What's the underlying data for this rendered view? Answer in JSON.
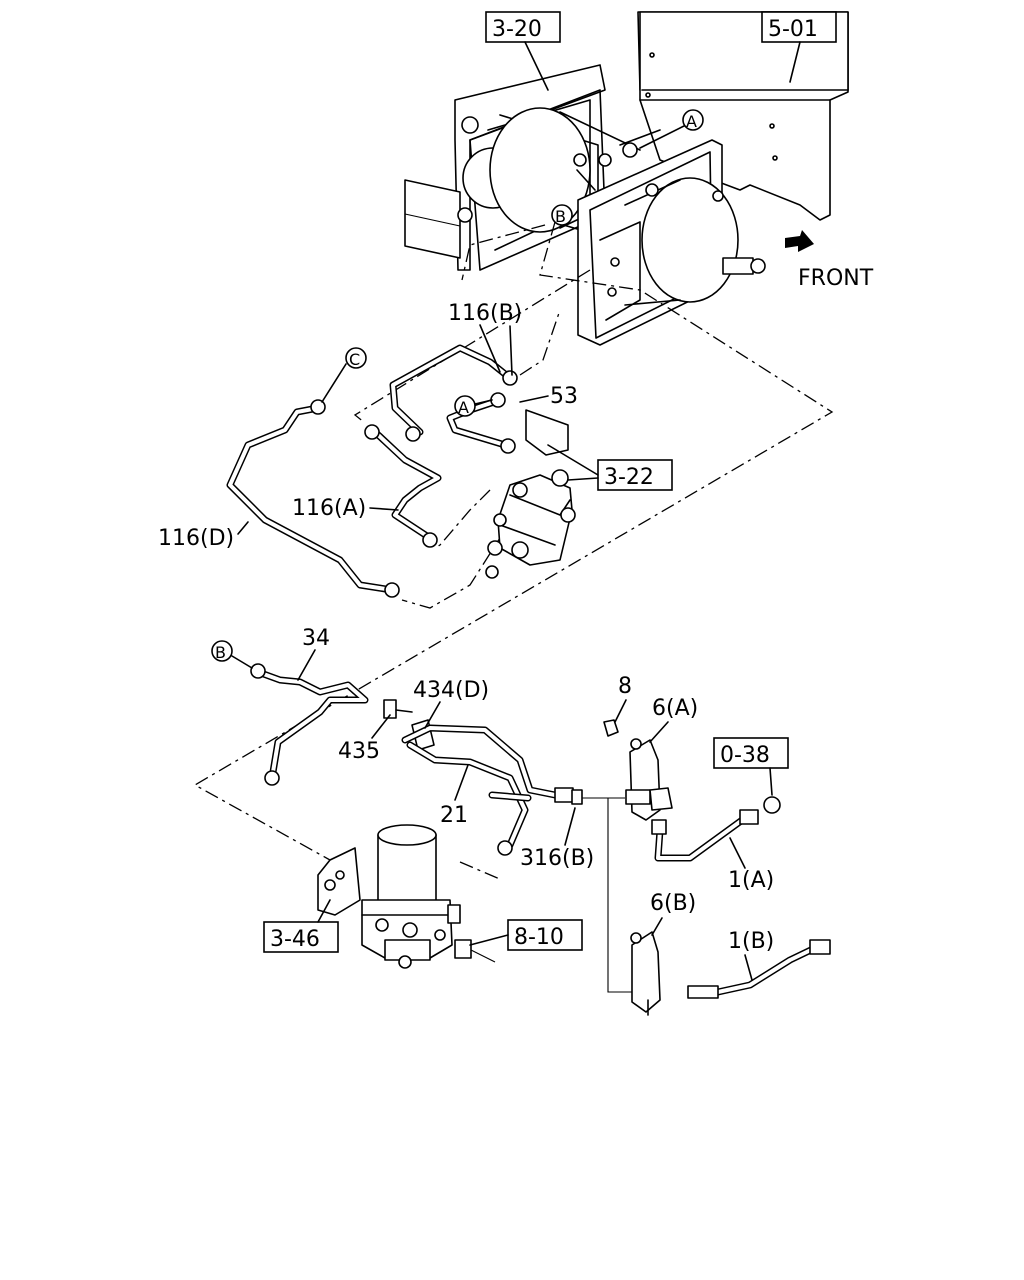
{
  "ref_boxes": {
    "r320": "3-20",
    "r501": "5-01",
    "r322": "3-22",
    "r038": "0-38",
    "r346": "3-46",
    "r810": "8-10"
  },
  "circle_markers": {
    "a_top": "A",
    "b_top": "B",
    "c_left": "C",
    "a_mid": "A",
    "b_low": "B"
  },
  "part_labels": {
    "p116b": "116(B)",
    "p53": "53",
    "p116a": "116(A)",
    "p116d": "116(D)",
    "p34": "34",
    "p434d": "434(D)",
    "p435": "435",
    "p21": "21",
    "p316b": "316(B)",
    "p8": "8",
    "p6a": "6(A)",
    "p1a": "1(A)",
    "p6b": "6(B)",
    "p1b": "1(B)"
  },
  "direction": {
    "label": "FRONT"
  }
}
